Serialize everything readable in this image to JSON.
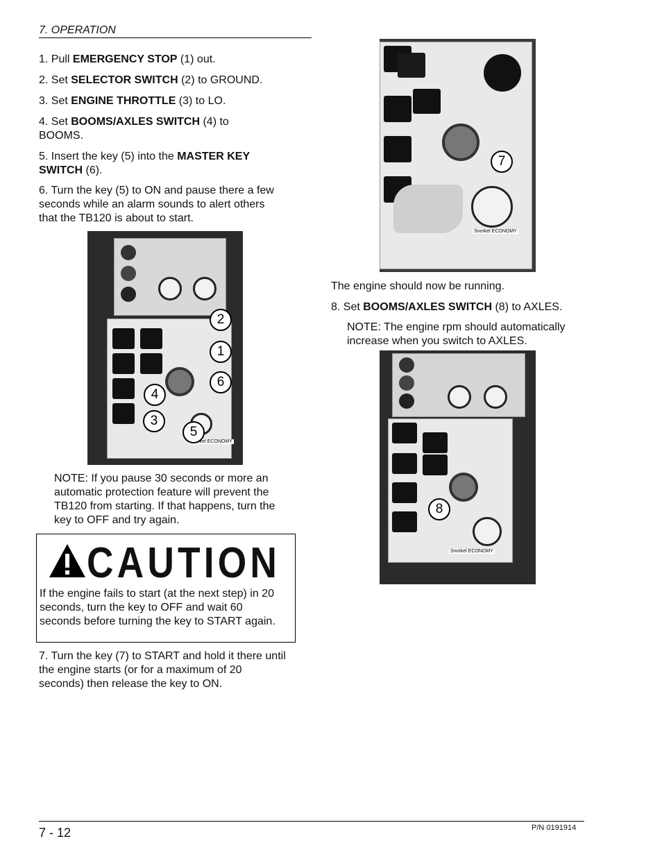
{
  "header": {
    "section": "7. OPERATION"
  },
  "steps": {
    "s1": {
      "pre": "1. Pull ",
      "bold": "EMERGENCY STOP",
      "post": " (1) out."
    },
    "s2": {
      "pre": "2. Set ",
      "bold": "SELECTOR SWITCH",
      "post": " (2) to GROUND."
    },
    "s3": {
      "pre": "3. Set ",
      "bold": "ENGINE THROTTLE",
      "post": " (3) to LO."
    },
    "s4": {
      "pre": "4. Set ",
      "bold": "BOOMS/AXLES SWITCH",
      "post": " (4) to BOOMS."
    },
    "s5": {
      "pre": "5. Insert the key (5) into the ",
      "bold": "MASTER KEY SWITCH",
      "post": " (6)."
    },
    "s6": {
      "text": "6. Turn the key (5) to ON and pause there a few seconds while an alarm sounds to alert others that the TB120 is about to start."
    },
    "s7": {
      "text": "7. Turn the key (7) to START and hold it there until the engine starts (or for a maximum of 20 seconds) then release the key to ON."
    },
    "s8": {
      "pre": "8. Set ",
      "bold": "BOOMS/AXLES SWITCH",
      "post": " (8) to AXLES."
    }
  },
  "notes": {
    "pause": "NOTE: If you pause 30 seconds or more an automatic protection feature will prevent the TB120 from starting. If that happens, turn the key to OFF and try again.",
    "running": "The engine should now be running.",
    "rpm": "NOTE: The engine rpm should automatically increase when you switch to AXLES."
  },
  "caution": {
    "heading": "CAUTION",
    "text": "If the engine fails to start (at the next step) in 20 seconds, turn the key to OFF and wait 60 seconds before turning the key to START again."
  },
  "photo1": {
    "callouts": [
      "2",
      "1",
      "6",
      "4",
      "3",
      "5"
    ],
    "brand": "Snorkel ECONOMY"
  },
  "photo2": {
    "callouts": [
      "7"
    ],
    "brand": "Snorkel ECONOMY"
  },
  "photo3": {
    "callouts": [
      "8"
    ],
    "brand": "Snorkel ECONOMY"
  },
  "footer": {
    "page": "7 - 12",
    "part_number": "P/N 0191914"
  }
}
